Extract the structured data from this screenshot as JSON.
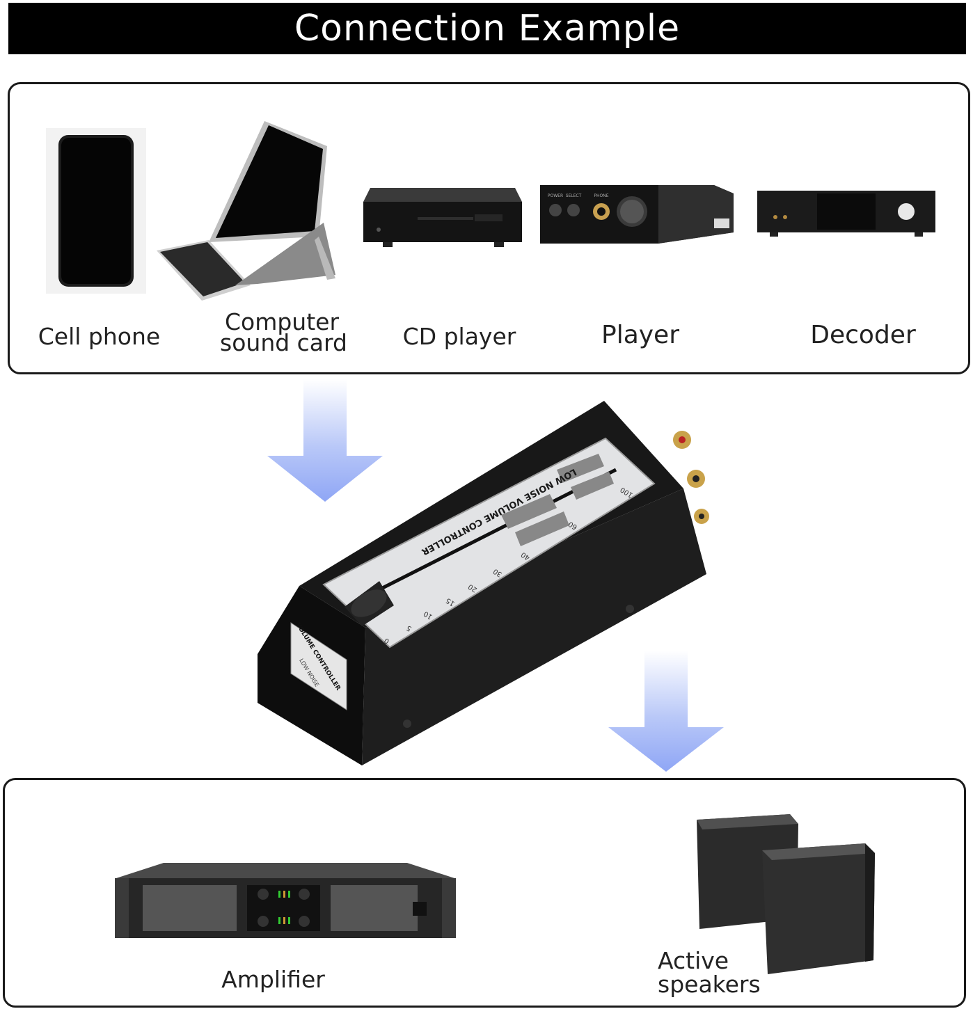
{
  "title": "Connection Example",
  "sources": {
    "cell_phone": "Cell phone",
    "computer_line1": "Computer",
    "computer_line2": "sound card",
    "cd_player": "CD player",
    "player": "Player",
    "decoder": "Decoder"
  },
  "device": {
    "face_text": "LOW NOISE VOLUME CONTROLLER",
    "side_label_1": "VOLUME CONTROLLER",
    "side_label_2": "LOW NOISE",
    "scale_ticks": [
      "0",
      "5",
      "10",
      "15",
      "20",
      "30",
      "40",
      "60",
      "100"
    ],
    "amp_knob_labels": [
      "POWER",
      "SELECT",
      "PHONE"
    ]
  },
  "outputs": {
    "amplifier": "Amplifier",
    "speakers_line1": "Active",
    "speakers_line2": "speakers"
  },
  "colors": {
    "arrow_top": "#ffffff",
    "arrow_bottom": "#8fa6f5",
    "device_body": "#151515",
    "panel_border": "#1a1a1a"
  }
}
